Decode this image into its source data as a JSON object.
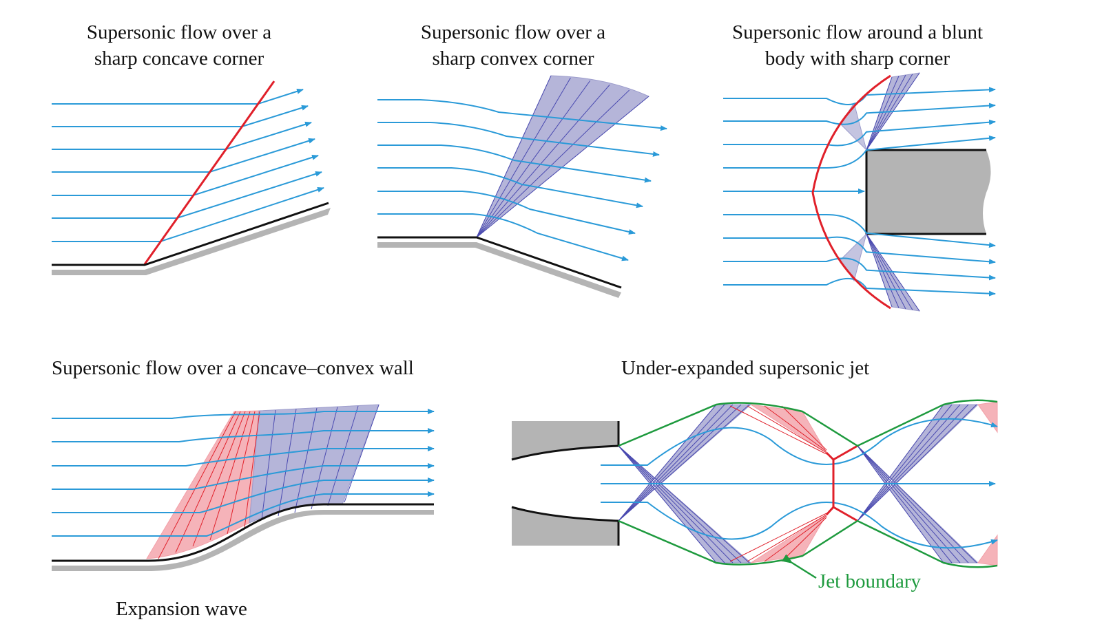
{
  "panels": [
    {
      "title_line1": "Supersonic flow over a",
      "title_line2": "sharp concave corner"
    },
    {
      "title_line1": "Supersonic flow over a",
      "title_line2": "sharp convex corner"
    },
    {
      "title_line1": "Supersonic flow around a blunt",
      "title_line2": "body with sharp corner"
    },
    {
      "title": "Supersonic flow over a concave–convex wall"
    },
    {
      "title": "Under-expanded supersonic jet",
      "annotation": "Jet boundary"
    }
  ],
  "footer_label": "Expansion wave",
  "colors": {
    "streamline": "#2a9ad8",
    "shock": "#e0202a",
    "expansion_fan": "#9c9ccc",
    "compression_fan": "#f2a0a8",
    "jet_boundary": "#1e9a3e",
    "wall": "#111111",
    "body": "#b4b4b4"
  }
}
